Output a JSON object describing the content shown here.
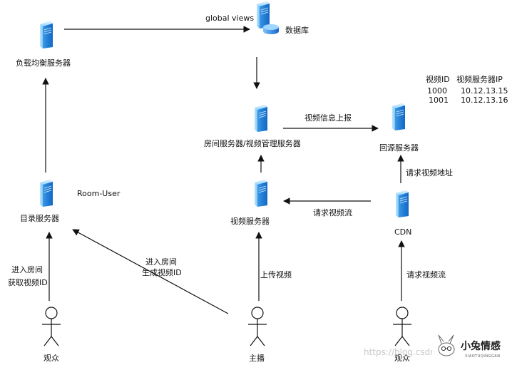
{
  "nodes": {
    "load_balancer": "负载均衡服务器",
    "database": "数据库",
    "room_server": "房间服务器/视频管理服务器",
    "origin_server": "回源服务器",
    "directory_server": "目录服务器",
    "video_server": "视频服务器",
    "cdn": "CDN"
  },
  "actors": {
    "viewer_left": "观众",
    "anchor": "主播",
    "viewer_right": "观众"
  },
  "edges": {
    "global_views": "global views",
    "video_info_report": "视频信息上报",
    "request_video_addr": "请求视频地址",
    "request_stream_cdn": "请求视频流",
    "request_stream_viewer": "请求视频流",
    "upload_video": "上传视频",
    "enter_room_1": "进入房间",
    "enter_room_2": "生成视频ID",
    "viewer_enter_1": "进入房间",
    "viewer_enter_2": "获取视频ID"
  },
  "annotations": {
    "room_user": "Room-User"
  },
  "table": {
    "headers": [
      "视频ID",
      "视频服务器IP"
    ],
    "rows": [
      [
        "1000",
        "10.12.13.15"
      ],
      [
        "1001",
        "10.12.13.16"
      ]
    ]
  },
  "watermark": "https://blog.csdn.n",
  "brand": {
    "name": "小兔情感",
    "sub": "XIAOTUQINGGAN"
  },
  "colors": {
    "server_light": "#8fd3ff",
    "server_dark": "#1a7fd6",
    "disk": "#2f86e0"
  }
}
